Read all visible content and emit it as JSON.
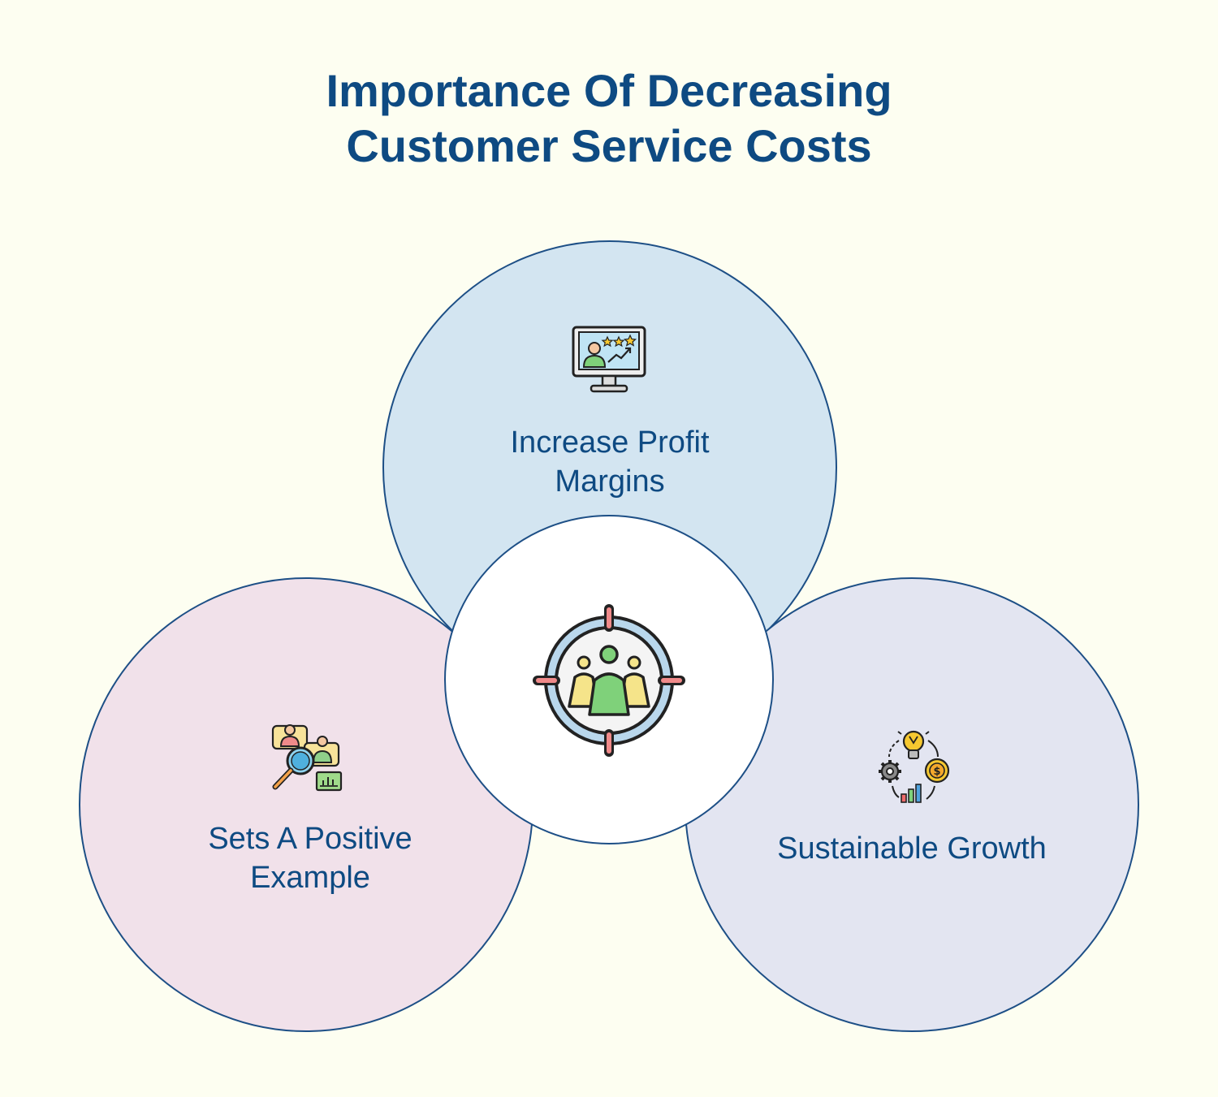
{
  "title": {
    "line1": "Importance Of Decreasing",
    "line2": "Customer Service Costs"
  },
  "nodes": [
    {
      "id": "top",
      "label_lines": [
        "Increase Profit",
        "Margins"
      ],
      "icon": "monitor-rating-growth-icon",
      "color": "#d3e5f1"
    },
    {
      "id": "left",
      "label_lines": [
        "Sets A Positive",
        "Example"
      ],
      "icon": "people-search-chart-icon",
      "color": "#f1e1ea"
    },
    {
      "id": "right",
      "label_lines": [
        "Sustainable Growth"
      ],
      "icon": "growth-cycle-icon",
      "color": "#e3e5f1"
    }
  ],
  "center": {
    "icon": "target-audience-icon"
  },
  "colors": {
    "background": "#fdfef1",
    "text": "#0e4a82",
    "outline": "#1d4f86"
  }
}
